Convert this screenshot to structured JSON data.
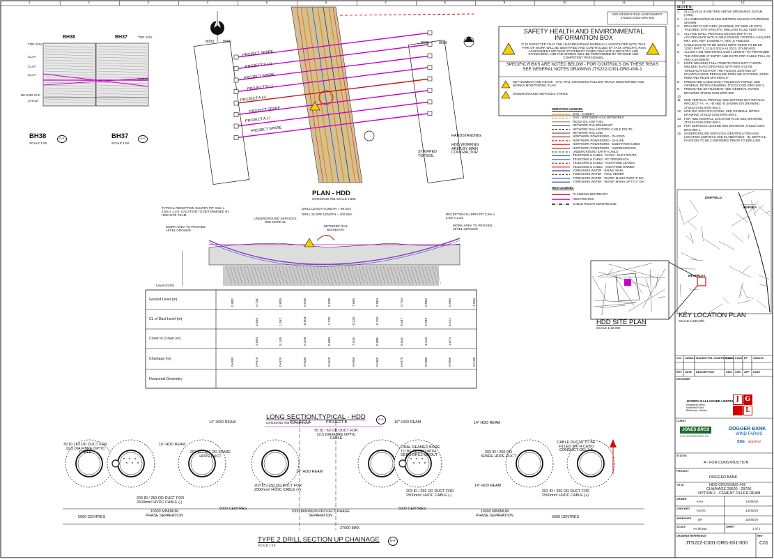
{
  "drawing": {
    "plan_title": "PLAN - HDD",
    "plan_sub": "CROSSING #66 SCALE 1:500",
    "long_title": "LONG SECTION,TYPICAL - HDD",
    "long_sub": "CROSSING #66 SCALE 1:500",
    "long_bubble": "A-A",
    "section_title": "TYPE 2 DRILL SECTION UP CHAINAGE",
    "section_sub": "SCALE 1:10",
    "section_bubble": "B-B",
    "site_plan_title": "HDD SITE PLAN",
    "site_plan_sub": "SCALE 1:10,000",
    "key_plan_title": "KEY LOCATION PLAN",
    "key_plan_sub": "SCALE 1:250,000"
  },
  "boreholes": {
    "bh38": {
      "title": "BH38",
      "label": "BH38",
      "scale": "SCALE 1:50",
      "bubble": "A-A"
    },
    "bh37": {
      "title": "BH37",
      "label": "BH37",
      "scale": "SCALE 1:50",
      "bubble": "A-A"
    },
    "layers": [
      "TOP SOIL",
      "CLAY",
      "CLAY",
      "CLAY",
      "CHALK",
      "BH END 15.0"
    ]
  },
  "plan": {
    "ducts": [
      "PROJECT SPARE",
      "PROJECT B (+)",
      "PROJECT SPARE",
      "PROJECT B (-)",
      "PROJECT A (+)",
      "PROJECT SPARE",
      "PROJECT A (-)",
      "PROJECT SPARE"
    ],
    "hardstanding": "HARDSTANDING",
    "working_area": "HDD WORKING AREA BY MAIN CONTRACTOR",
    "stripped": "STRIPPED TOPSOIL",
    "dims": [
      "8000",
      "8000",
      "8000",
      "8000"
    ]
  },
  "she": {
    "ref": "SEE DESIGN RISK ASSESSMENT JTS223-C001-DRA-001",
    "title": "SAFETY HEALTH AND ENVIRONMENTAL INFORMATION BOX",
    "text": "IT IS EXPECTED THAT THE HAZARDS/RISKS NORMALLY ASSOCIATED WITH THIS TYPE OF WORK WILL BE IDENTIFIED AND CONTROLLED BY TASK SPECIFIC RISK ASSESSMENT METHOD STATEMENT COMPLYING WITH INDUSTRY AND STANDARDS, AND THE WORKS WILL BE PERFORMED BY TRAINED AND COMPETENT PERSONNEL",
    "specific": "SPECIFIC RISKS ARE NOTED BELOW - FOR CONTROLS ON THESE RISKS SEE GENERAL NOTES DRAWING JTS222-C001-DRG-000-1",
    "risk1": "SETTLEMENT AND HEAVE - UTX, RAIL CROSSING FOLLOW TRACK MONITORING AND WORKS MONITORING PLAN",
    "risk2": "UNDERGROUND SERVICES STRIKE"
  },
  "services_legend": {
    "title": "SERVICES LEGEND:",
    "items": [
      {
        "label": "GAS - CADENT",
        "color": "#e0a000"
      },
      {
        "label": "GAS - NORTHERN GAS NETWORKS",
        "color": "#e0a000"
      },
      {
        "label": "RIGGS OIL AND FUEL",
        "color": "#888888"
      },
      {
        "label": "NETWORK RAIL BOUNDARY",
        "color": "#444444"
      },
      {
        "label": "NETWORK RAIL HISTORIC CABLE ROUTE",
        "color": "#444444"
      },
      {
        "label": "NETWORK RAIL LINE",
        "color": "#666666"
      },
      {
        "label": "NORTHERN POWERGRID - OH GRID",
        "color": "#d01010"
      },
      {
        "label": "NORTHERN POWERGRID - OH LINE",
        "color": "#d01010"
      },
      {
        "label": "NORTHERN POWERGRID - SUBSTATION LINES",
        "color": "#d01010"
      },
      {
        "label": "NORTHERN POWERGRID - UNDERGROUND",
        "color": "#d01010"
      },
      {
        "label": "UNDERGROUND EARTH CABLE",
        "color": "#228822"
      },
      {
        "label": "TELECOMS & CABLE - KCOM - DUCT ROUTE",
        "color": "#2070c0"
      },
      {
        "label": "TELECOMS & CABLE - BT OPENREACH",
        "color": "#2070c0"
      },
      {
        "label": "TELECOMS & CABLE - VODAFONE LEASED",
        "color": "#d01010"
      },
      {
        "label": "TELECOMS & CABLE - VODAFONE OWNED",
        "color": "#d01010"
      },
      {
        "label": "YORKSHIRE WATER - RISING MAIN",
        "color": "#2040d0"
      },
      {
        "label": "YORKSHIRE WATER - FOUL SEWER",
        "color": "#8a4a10"
      },
      {
        "label": "YORKSHIRE WATER - WATER MAINS OVER 4\" DIA",
        "color": "#2040d0"
      },
      {
        "label": "YORKSHIRE WATER - WATER MAINS UP TO 4\" DIA",
        "color": "#2040d0"
      }
    ]
  },
  "hdd_legend": {
    "title": "HDD LEGEND:",
    "items": [
      {
        "label": "PLANNING BOUNDARY",
        "color": "#d01010"
      },
      {
        "label": "HDD ROUTES",
        "color": "#cc00cc"
      },
      {
        "label": "CABLE ROUTE CENTRELINE",
        "color": "#111111"
      }
    ]
  },
  "long_section": {
    "drill_linear": "DRILL LENGTH LINEAR = 99.04m",
    "drill_slope": "DRILL SLOPE LENGTH = 100.66m",
    "pit_left": "TYPICAL RECEPTION SLURRY PIT 3.5m x 2.5m x 1.2m. LOCATION TO DETERMINED BY HDD SITE TEAM.",
    "pit_right": "RECEPTION SLURRY PIT 3.5m x 2.5m x 1.2m",
    "work_left": "WORK AREA TO PROVIDE LEVEL GROUND",
    "work_right": "WORK AREA TO PROVIDE LEVEL GROUND",
    "underground": "UNDERGROUND SERVICES SEE NOTE 15",
    "rail": "NETWORK RAIL BOUNDARY",
    "level_label": "Level (mOD)",
    "rows": [
      {
        "label": "Ground Level (m)",
        "values": [
          "0.882",
          "0.731",
          "0.805",
          "0.549",
          "0.608",
          "7.665",
          "0.860",
          "0.710",
          "0.963",
          "0.094",
          "7.016"
        ]
      },
      {
        "label": "CL of Duct Level (m)",
        "values": [
          "",
          "3.945",
          "1.262",
          "-0.004",
          "-1.225",
          "-0.225",
          "-0.150",
          "0.597",
          "2.539",
          "5.211",
          ""
        ]
      },
      {
        "label": "Cover to Crown (m)",
        "values": [
          "",
          "2.004",
          "5.149",
          "0.378",
          "6.658",
          "7.615",
          "6.885",
          "5.042",
          "4.243",
          "1.674",
          ""
        ]
      },
      {
        "label": "Chainage (m)",
        "values": [
          "0+000",
          "0+010",
          "0+020",
          "0+030",
          "0+040",
          "0+050",
          "0+060",
          "0+070",
          "0+080",
          "0+090",
          "0+100"
        ]
      },
      {
        "label": "Horizontal Geometry",
        "values": []
      }
    ]
  },
  "section": {
    "project_a": "PROJECT A",
    "project_b": "PROJECT B",
    "labels": [
      "50 ID / 63 OD DUCT FOR 10.5 DIA FIBRE OPTIC CABLE",
      "16\" HDD REAM",
      "203 ID / 250 OD SPARE HDPE DUCT",
      "14\" HDD REAM",
      "50 ID / 63 OD DUCT FOR 10.5 DIA FIBRE OPTIC CABLE",
      "16\" HDD REAM",
      "FINAL REAMED BORE TO BE FILLED WITH CEBO DRILL-GROUT",
      "14\" HDD REAM",
      "203 ID / 250 OD SPARE HDPE DUCT",
      "CABLE DUCTS TO BE FILLED WITH CEBO CONDUCT-GEL 1.5",
      "203 ID / 250 OD DUCT FOR 2500mm² HVDC CABLE (-)",
      "14\" HDD REAM",
      "203 ID / 250 OD DUCT FOR 2500mm² HVDC CABLE (+)",
      "203 ID / 250 OD DUCT FOR 2500mm² HVDC CABLE (-)",
      "14\" HDD REAM",
      "203 ID / 250 OD DUCT FOR 2500mm² HVDC CABLE (+)"
    ],
    "dims": {
      "c1": "5000 CENTRES",
      "c2": "5000 CENTRES",
      "c3": "5000 CENTRES",
      "c4": "5000 CENTRES",
      "phase1": "10000 MINIMUM PHASE SEPARATION",
      "project": "7000 MINIMUM PROJECT PHASE SEPARATION",
      "phase2": "10000 MINIMUM PHASE SEPARATION",
      "total": "37000 MAX"
    }
  },
  "notes": {
    "title": "NOTES:",
    "items": [
      "ALL LEVELS IN METERS ABOVE ORDNANCE DATUM (AOD).",
      "ALL DIMENSIONS IN MILLIMETERS UNLESS OTHERWISE SHOWN.",
      "DRILLING FLUID CEBA (GARDEN) OR SIMILAR WITH TAILORED SITE SPECIFIC DRILLING FLUID ADDITIVES.",
      "ALL HDD DRILL PROFILES DESIGN DEPTH IN ACCORDANCE WITH CABLE DESIGN CRITERIA 4-EN_REF MKT DOC REF 1/440081-H_RDV_E FEB2020.",
      "CABLE DUCTS TO BE SDR11 HDPE PE100 TO BS EN 12201 PART 1,2,3 & 5:2011+A1:2013, STANDARD.",
      "ALLOW 4-6M ADDITIONAL DUCT LENGTH TO PROTRUDE THE GROUND AT ENTRY AND EXITS FOR CABLE PULL-IN AND ALIGNMENT.",
      "HDPE WELDING FULL PENETRATION BUTT FUSION WELDED IN ACCORDANCE WITH WIS 4-32-08 'SPECIFICATION FOR THE FUSION JOINTING OF POLYETHYLENE PRESSURE PIPELINE SYSTEMS USING PE80 AND PE100 MATERIALS'.",
      "PREDICTED CABLE DUCT PULLBACK FORCE: SEE GENERAL NOTES DRAWING JTS222-C001-DRG-000-1.",
      "PREDICTED SETTLEMENT: SEE GENERAL NOTES DRAWING JTS222-C001-DRG-000.",
      "",
      "HDD VERTICAL PROFILE AND SETTING OUT DETAILS, PROJECT +A, -A, +B AND -B SHOWN ON DRAWING JTS222-C001-DRG-001-1.",
      "HDD RIG SPECIFICATIONS, SEE GENERAL NOTES DRAWING JTS222-C001-DRG-000-1.",
      "FOR HDD OVERALL LOCATION PLAN SEE DRAWING JTS222-C001-DRG-000-1.",
      "FOR SERVICES LEGEND SEE DRAWING JTS222-C001-DRG-000-1.",
      "UNDERGROUND SERVICES IDENTIFICATION AND LOCATION SURVEYS ARE IN ABEYANCE - ID, DEPTH & POSITION TO BE CONFIRMED PRIOR TO DRILLING."
    ]
  },
  "key_plan": {
    "place1": "DRIFFIELD",
    "place2": "SKIPSEA",
    "place3": "BEVERLEY"
  },
  "title_block": {
    "revisions": [
      {
        "rev": "C01",
        "date": "14/08/19",
        "desc": "ISSUED FOR CONSTRUCTION",
        "by": "KAA",
        "chk": "KSVD",
        "app": "EP"
      }
    ],
    "rev_headers": [
      "REV",
      "DATE",
      "DESCRIPTION",
      "DRN",
      "CHK",
      "APP",
      "DATE"
    ],
    "designer_cap": "DESIGNER",
    "designer": "JOSEPH GALLAGHER LIMITED",
    "designer_addr": "Registered office, Mansfield Road, Bilsthorpe, Newark",
    "client_cap": "CLIENT",
    "contractor": "JONES BROS",
    "contractor_sub": "CIVIL ENGINEERING UK",
    "client1": "DOGGER BANK",
    "client1_sub": "WIND FARMS",
    "sse": "SSE",
    "equinor": "equinor",
    "status_cap": "STATUS",
    "status": "A - FOR CONSTRUCTION",
    "project_cap": "PROJECT",
    "project": "DOGGER BANK",
    "title_cap": "TITLE",
    "title_1": "HDD CROSSING #66",
    "title_2": "CHAINAGE 29600 - 29700",
    "title_3": "OPTION 2 - CEMENT FILLED REAM",
    "drawn_cap": "DRAWN",
    "drawn": "KAA",
    "drawn_date": "14/08/19",
    "checked_cap": "CHECKED",
    "checked": "KSVD",
    "checked_date": "14/08/19",
    "approved_cap": "APPROVED",
    "approved": "EP",
    "approved_date": "14/08/19",
    "scale_cap": "SCALE",
    "scale": "As shown",
    "sheet_cap": "SHEET",
    "sheet": "1 of 1",
    "dwg_cap": "DRAWING REFERENCE",
    "dwg": "JTS222-C001-DRG-001-000",
    "rev_cap": "REV",
    "rev": "C01"
  },
  "grid": {
    "top": [
      "1",
      "2",
      "3",
      "4",
      "5",
      "6",
      "7",
      "8",
      "9",
      "10",
      "11",
      "12",
      "13"
    ]
  }
}
